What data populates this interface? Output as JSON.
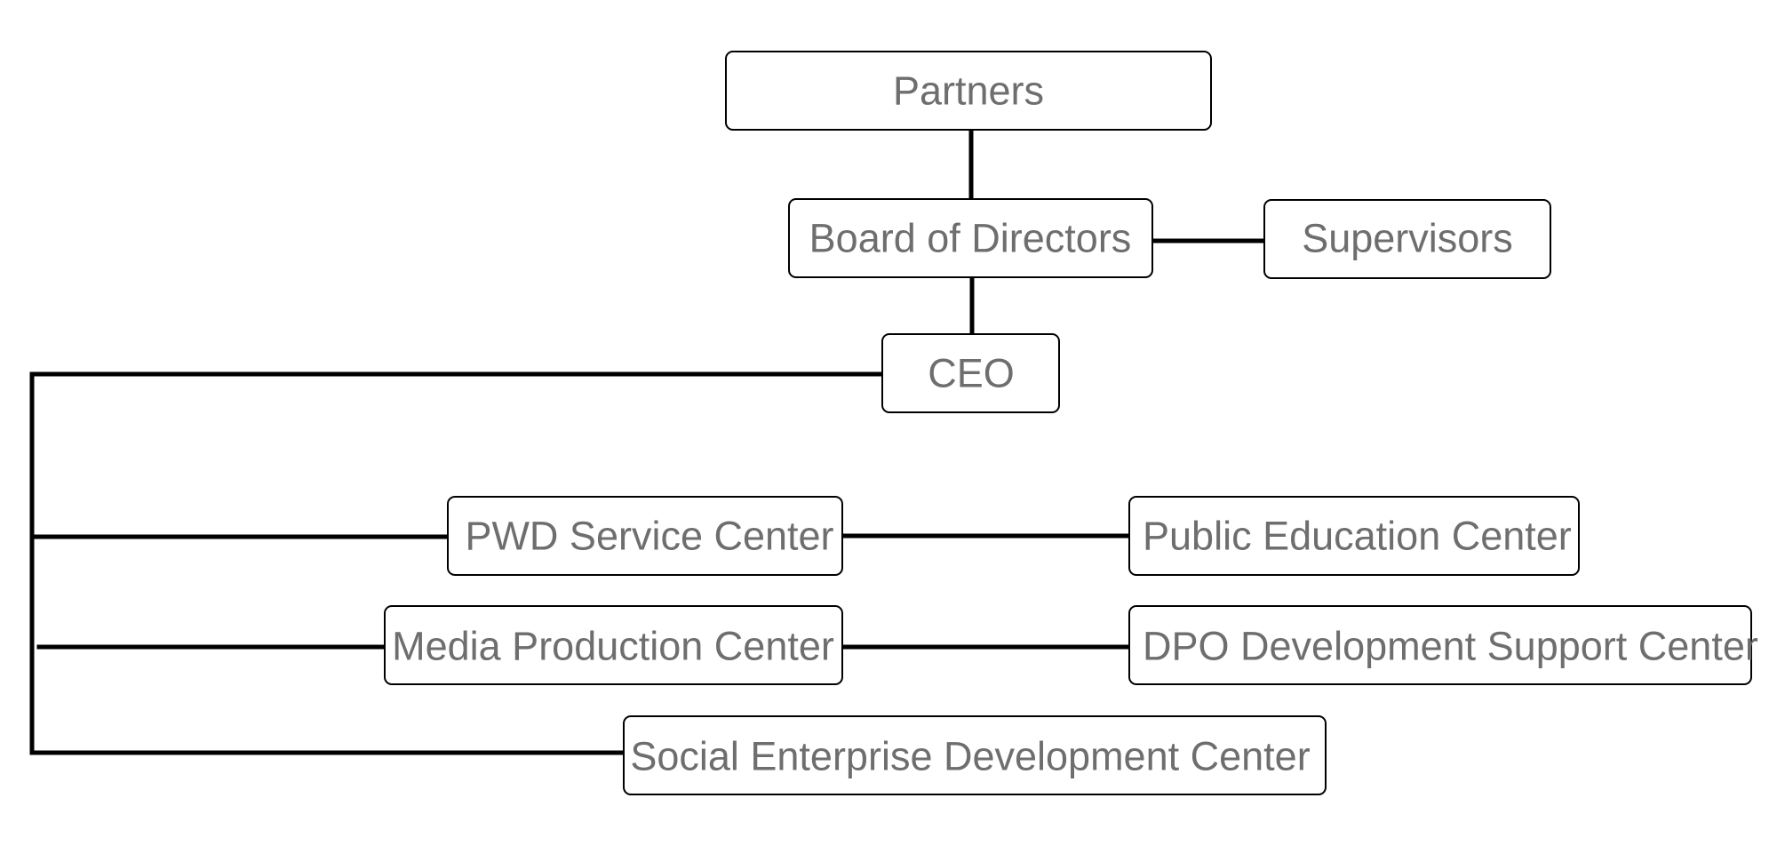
{
  "colors": {
    "line": "#000000",
    "box_border": "#000000",
    "box_fill": "#ffffff",
    "text": "#6e6e6e"
  },
  "nodes": {
    "partners": "Partners",
    "board": "Board of Directors",
    "supervisors": "Supervisors",
    "ceo": "CEO",
    "pwd": "PWD Service Center",
    "public_edu": "Public Education Center",
    "media": "Media Production Center",
    "dpo": "DPO Development Support Center",
    "social": "Social Enterprise Development Center"
  }
}
